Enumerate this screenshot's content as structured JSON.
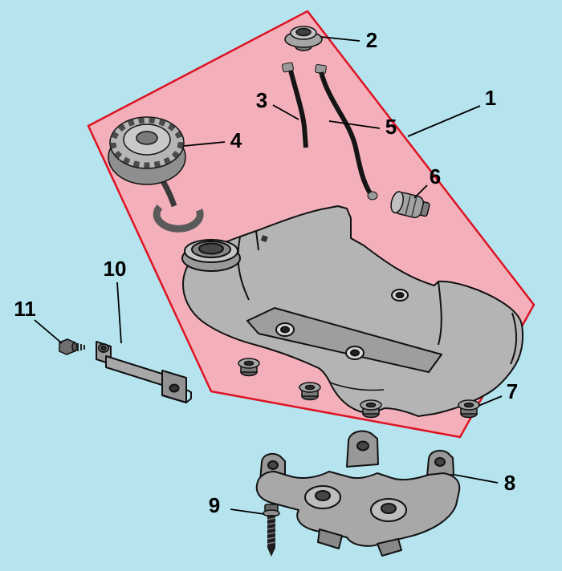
{
  "diagram": {
    "colors": {
      "background": "#b5e4ef",
      "highlight_fill": "#f3b0ba",
      "highlight_stroke": "#dd1322",
      "part_line": "#111111"
    },
    "callouts": [
      {
        "label": "1"
      },
      {
        "label": "2"
      },
      {
        "label": "3"
      },
      {
        "label": "4"
      },
      {
        "label": "5"
      },
      {
        "label": "6"
      },
      {
        "label": "7"
      },
      {
        "label": "8"
      },
      {
        "label": "9"
      },
      {
        "label": "10"
      },
      {
        "label": "11"
      }
    ]
  }
}
